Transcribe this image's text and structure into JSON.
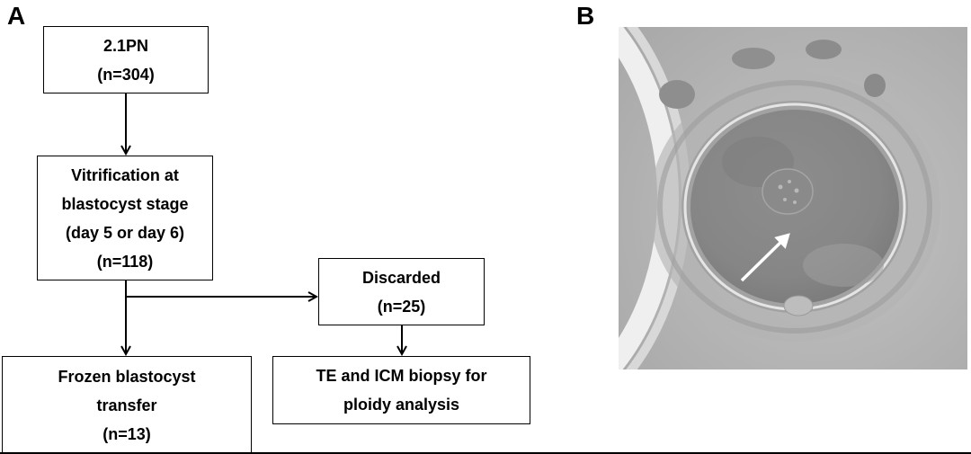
{
  "panels": {
    "a_label": "A",
    "b_label": "B"
  },
  "flowchart": {
    "box_2pn": {
      "line1": "2.1PN",
      "line2": "(n=304)"
    },
    "box_vitrification": {
      "line1": "Vitrification at",
      "line2": "blastocyst stage",
      "line3": "(day 5 or day 6)",
      "line4": "(n=118)"
    },
    "box_discarded": {
      "line1": "Discarded",
      "line2": "(n=25)"
    },
    "box_frozen": {
      "line1": "Frozen blastocyst",
      "line2": "transfer",
      "line3": "(n=13)"
    },
    "box_biopsy": {
      "line1": "TE and ICM biopsy for",
      "line2": "ploidy analysis"
    }
  },
  "micrograph": {
    "subject": "zygote-with-pronuclei-micrograph",
    "arrow_color": "#ffffff"
  }
}
